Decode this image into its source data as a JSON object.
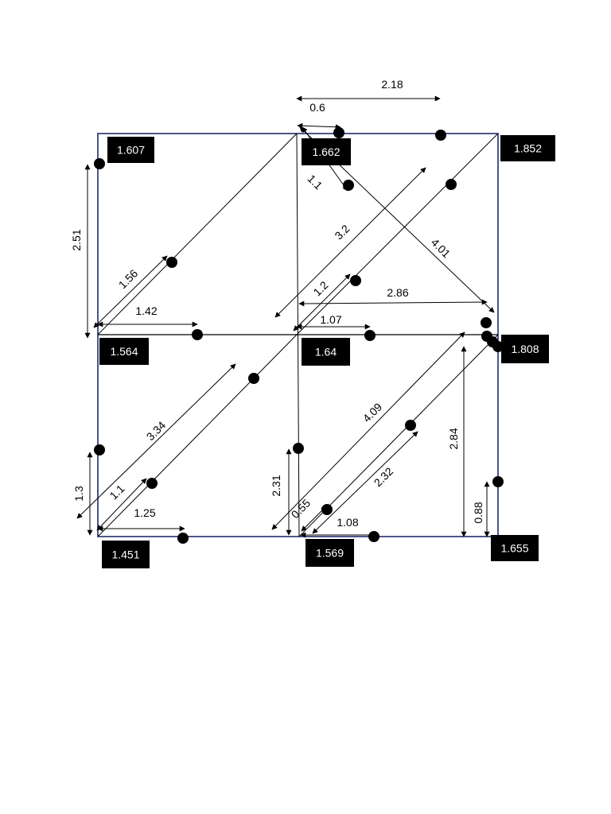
{
  "colors": {
    "frame": "#1f2d6b",
    "line": "#000000",
    "label_bg": "#000000",
    "label_text": "#ffffff"
  },
  "node_labels": [
    "1.607",
    "1.662",
    "1.852",
    "1.564",
    "1.64",
    "1.808",
    "1.451",
    "1.569",
    "1.655"
  ],
  "dimension_labels": [
    "2.18",
    "0.6",
    "1.1",
    "3.2",
    "4.01",
    "2.51",
    "1.56",
    "1.2",
    "2.86",
    "1.42",
    "1.07",
    "3.34",
    "4.09",
    "2.84",
    "1.3",
    "1.1",
    "2.31",
    "2.32",
    "0.55",
    "0.88",
    "1.25",
    "1.08"
  ]
}
